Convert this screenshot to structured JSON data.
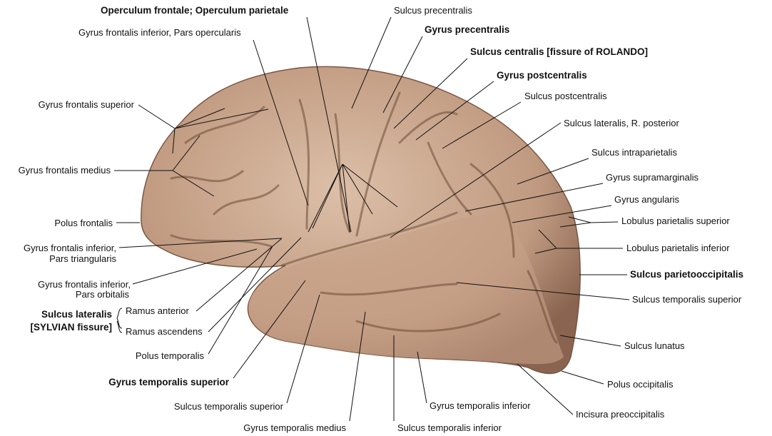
{
  "labels": {
    "operculum": "Operculum frontale; Operculum parietale",
    "gfi_opercularis": "Gyrus frontalis inferior, Pars opercularis",
    "sulcus_precentralis": "Sulcus precentralis",
    "gyrus_precentralis": "Gyrus precentralis",
    "sulcus_centralis": "Sulcus centralis [fissure of ROLANDO]",
    "gyrus_postcentralis": "Gyrus postcentralis",
    "sulcus_postcentralis": "Sulcus postcentralis",
    "sulcus_lat_posterior": "Sulcus lateralis, R. posterior",
    "sulcus_intraparietalis": "Sulcus intraparietalis",
    "gyrus_supramarginalis": "Gyrus supramarginalis",
    "gyrus_angularis": "Gyrus angularis",
    "lobulus_par_sup": "Lobulus parietalis superior",
    "lobulus_par_inf": "Lobulus parietalis inferior",
    "sulcus_parietooccipitalis": "Sulcus parietooccipitalis",
    "sulcus_temp_sup_right": "Sulcus temporalis superior",
    "sulcus_lunatus": "Sulcus lunatus",
    "polus_occipitalis": "Polus occipitalis",
    "incisura_preoccipitalis": "Incisura preoccipitalis",
    "sulcus_temp_inf": "Sulcus temporalis inferior",
    "gyrus_temp_inf": "Gyrus temporalis inferior",
    "gyrus_temp_medius": "Gyrus temporalis medius",
    "sulcus_temp_sup_left": "Sulcus temporalis superior",
    "gyrus_temp_sup": "Gyrus temporalis superior",
    "polus_temporalis": "Polus temporalis",
    "ramus_anterior": "Ramus anterior",
    "ramus_ascendens": "Ramus ascendens",
    "sulcus_lateralis_1": "Sulcus lateralis",
    "sulcus_lateralis_2": "[SYLVIAN fissure]",
    "gfi_orbitalis_1": "Gyrus frontalis inferior,",
    "gfi_orbitalis_2": "Pars orbitalis",
    "gfi_triangularis_1": "Gyrus frontalis inferior,",
    "gfi_triangularis_2": "Pars triangularis",
    "polus_frontalis": "Polus frontalis",
    "gyrus_front_medius": "Gyrus frontalis medius",
    "gyrus_front_sup": "Gyrus frontalis superior"
  },
  "colors": {
    "brain": "#c9a58c",
    "brain_shadow": "#8a6450"
  }
}
